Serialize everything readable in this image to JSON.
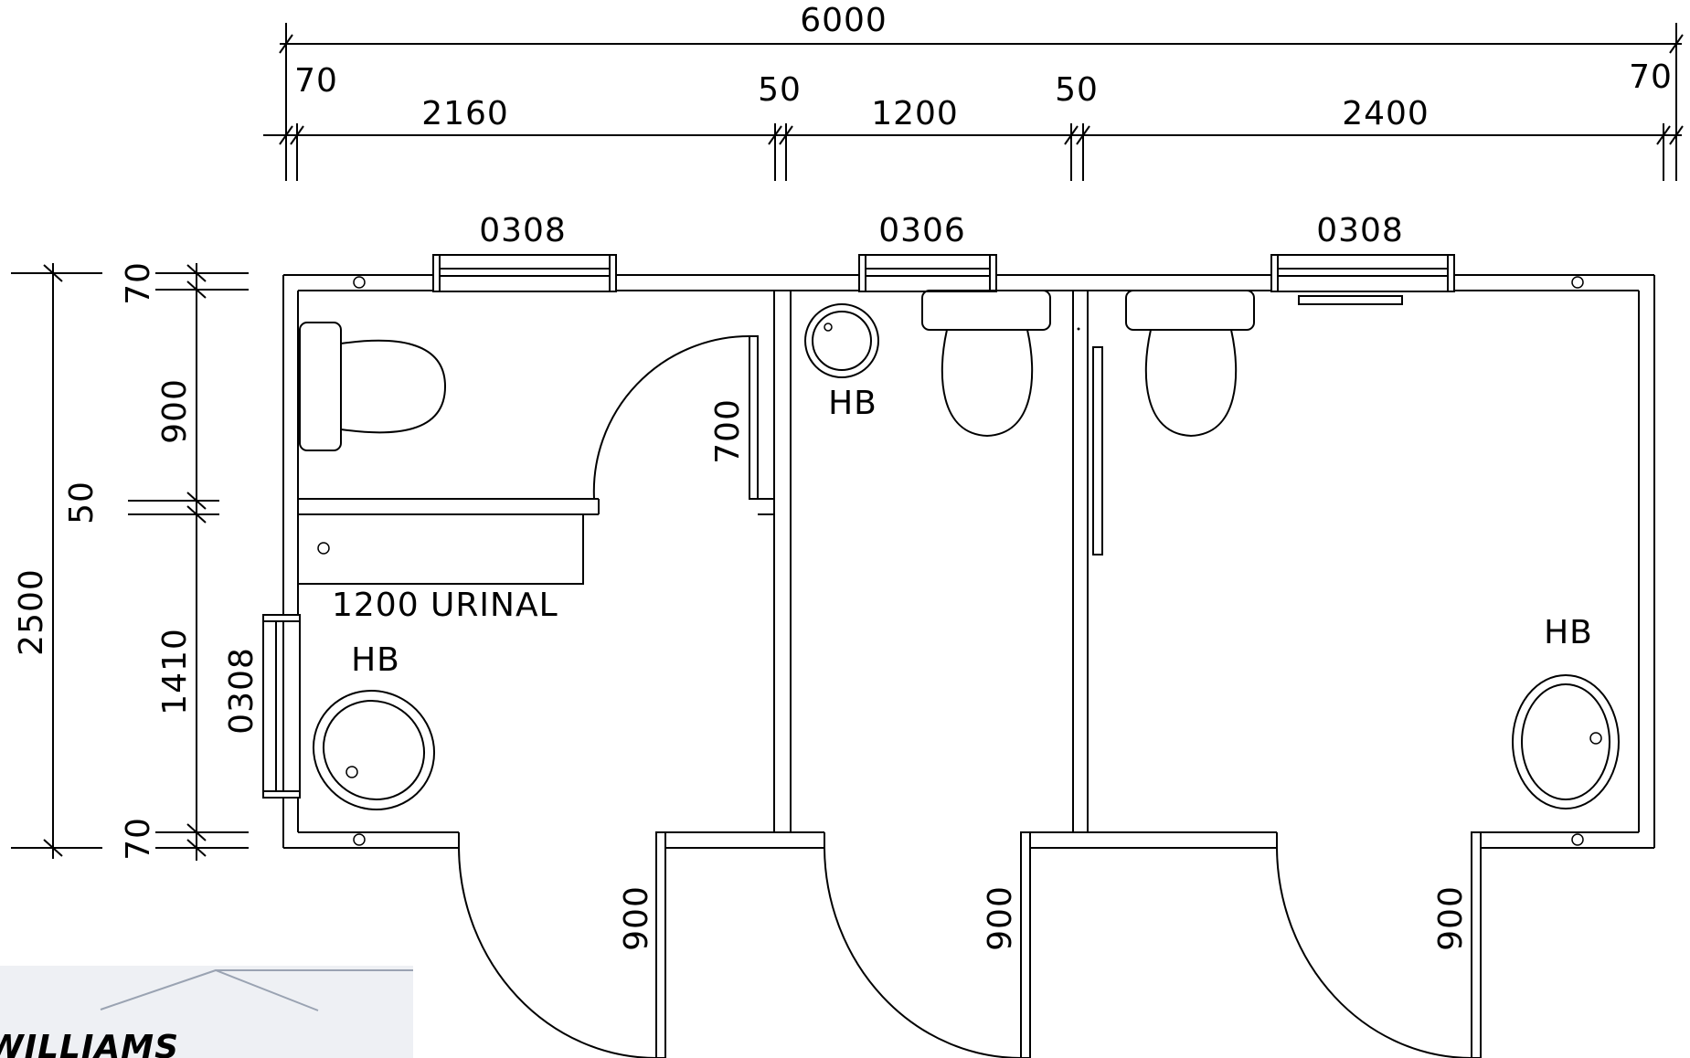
{
  "dimensions": {
    "top_overall": "6000",
    "top_left_wall": "70",
    "top_room_1": "2160",
    "top_partition_1": "50",
    "top_room_2": "1200",
    "top_partition_2": "50",
    "top_room_3": "2400",
    "top_right_wall": "70",
    "left_overall": "2500",
    "left_top_wall": "70",
    "left_upper": "900",
    "left_partition": "50",
    "left_lower": "1410",
    "left_bottom_wall": "70",
    "door_inner_700": "700",
    "door_1": "900",
    "door_2": "900",
    "door_3": "900"
  },
  "windows": {
    "top_left": "0308",
    "top_middle": "0306",
    "top_right": "0308",
    "left_side": "0308"
  },
  "fixtures": {
    "urinal_label": "1200  URINAL",
    "hand_basin_room1": "HB",
    "hand_basin_room2": "HB",
    "hand_basin_room3": "HB"
  },
  "logo": {
    "text": "WILLIAMS",
    "color": "#1c3f8f"
  }
}
